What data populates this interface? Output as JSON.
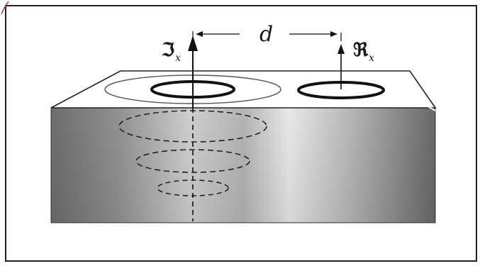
{
  "diagram": {
    "distance_label": "d",
    "transmitter_symbol": "ℑ",
    "transmitter_subscript": "x",
    "receiver_symbol": "ℜ",
    "receiver_subscript": "x",
    "colors": {
      "line": "#111111",
      "block_light": "#f2f2f2",
      "block_dark": "#6a6a6a",
      "top_face": "#ffffff",
      "frame": "#222222",
      "corner_mark": "#c0306a"
    }
  }
}
